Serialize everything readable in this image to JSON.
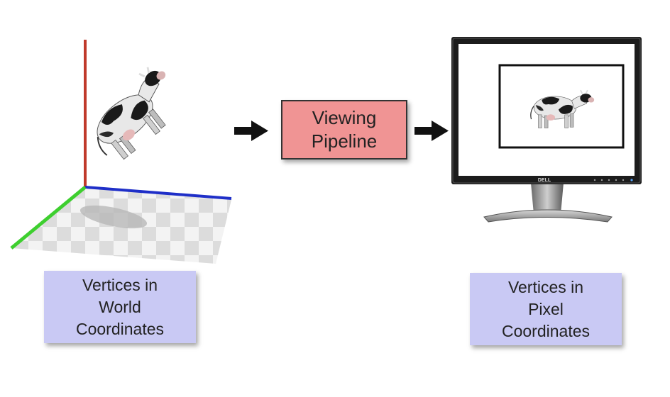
{
  "pipeline": {
    "line1": "Viewing",
    "line2": "Pipeline"
  },
  "world_label": {
    "line1": "Vertices in",
    "line2": "World",
    "line3": "Coordinates"
  },
  "pixel_label": {
    "line1": "Vertices in",
    "line2": "Pixel",
    "line3": "Coordinates"
  },
  "monitor": {
    "brand": "DELL"
  },
  "colors": {
    "axis_y": "#c0392b",
    "axis_x": "#1f2fc8",
    "axis_z": "#3ecf2f",
    "pipeline_fill": "#f09494",
    "label_fill": "#c9c9f4"
  }
}
